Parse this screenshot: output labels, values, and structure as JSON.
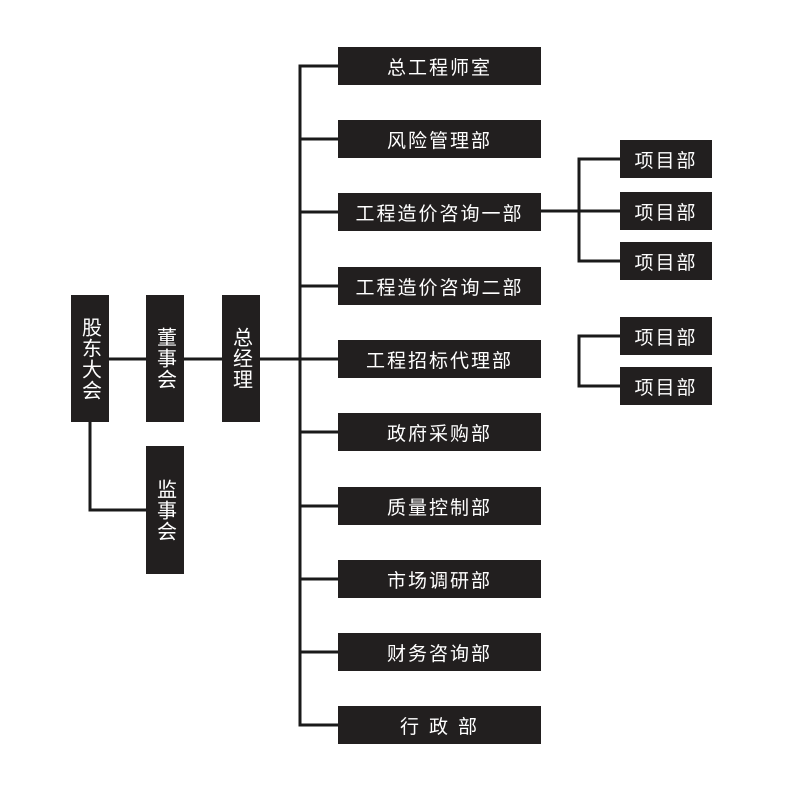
{
  "colors": {
    "box_fill": "#221f1f",
    "box_text": "#ffffff",
    "line": "#1a1a1a",
    "background": "#ffffff"
  },
  "org": {
    "shareholders": "股东大会",
    "board": "董事会",
    "supervisors": "监事会",
    "general_manager": "总经理",
    "departments": [
      "总工程师室",
      "风险管理部",
      "工程造价咨询一部",
      "工程造价咨询二部",
      "工程招标代理部",
      "政府采购部",
      "质量控制部",
      "市场调研部",
      "财务咨询部",
      "行 政 部"
    ],
    "projects_group_a": [
      "项目部",
      "项目部",
      "项目部"
    ],
    "projects_group_b": [
      "项目部",
      "项目部"
    ]
  }
}
